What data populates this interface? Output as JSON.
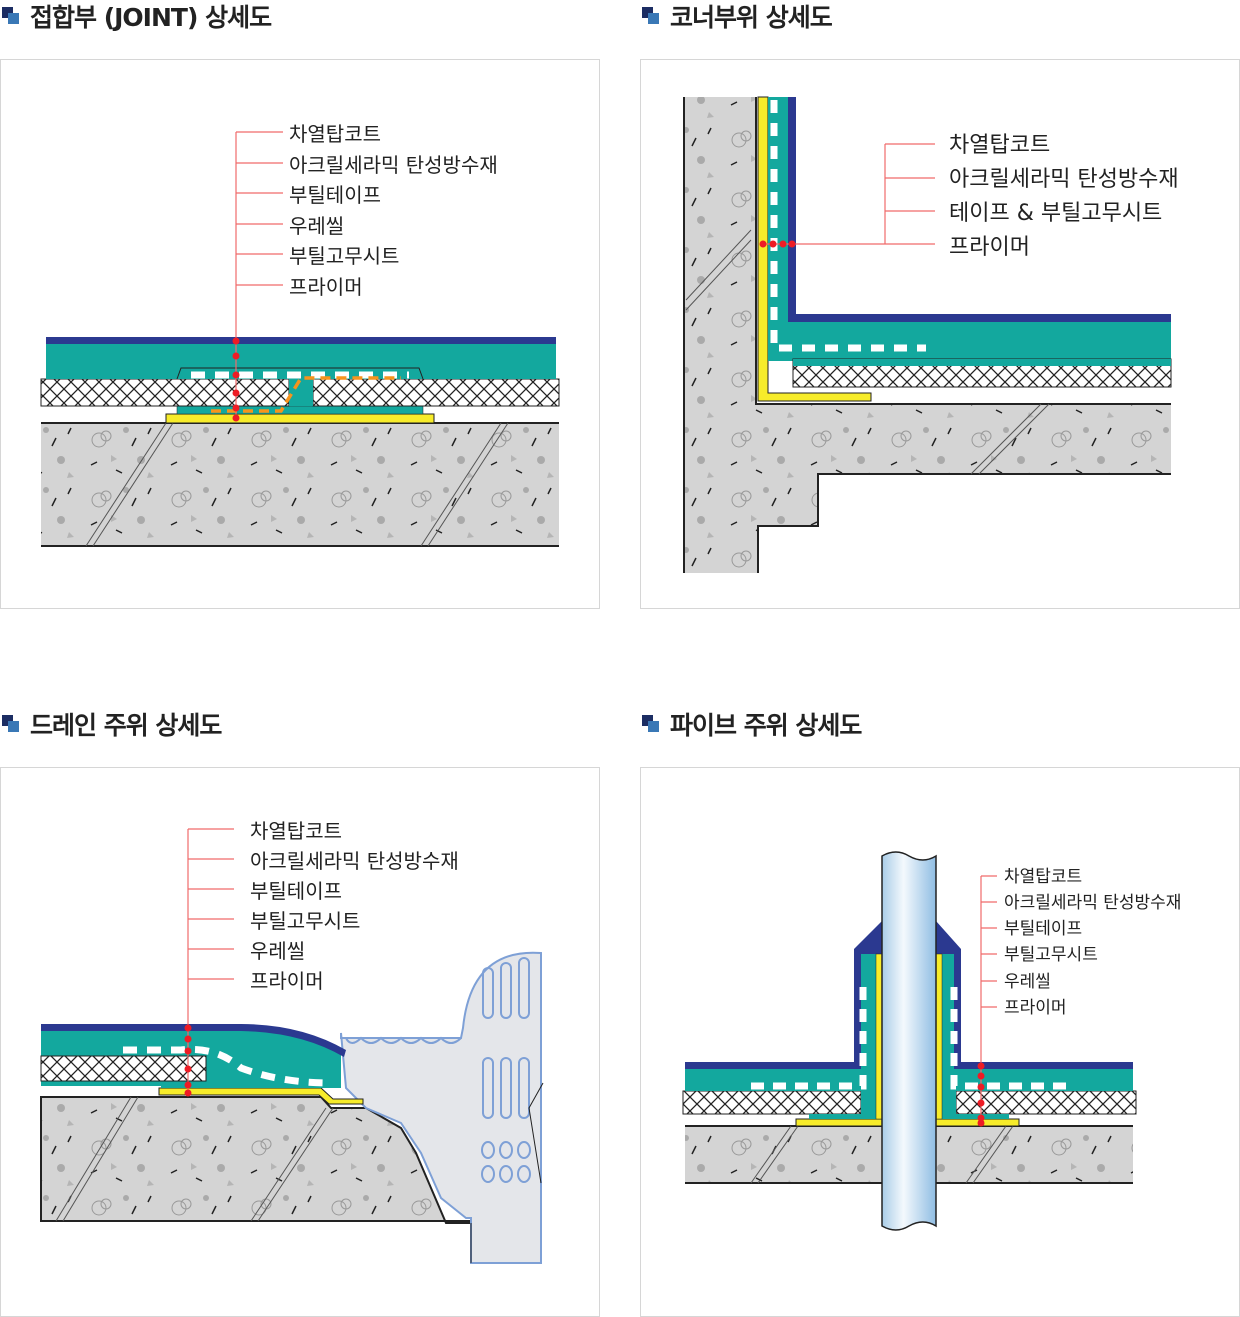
{
  "sections": [
    {
      "title": "접합부 (JOINT) 상세도",
      "labels": [
        "차열탑코트",
        "아크릴세라믹 탄성방수재",
        "부틸테이프",
        "우레씰",
        "부틸고무시트",
        "프라이머"
      ]
    },
    {
      "title": "코너부위 상세도",
      "labels": [
        "차열탑코트",
        "아크릴세라믹 탄성방수재",
        "테이프 & 부틸고무시트",
        "프라이머"
      ]
    },
    {
      "title": "드레인 주위 상세도",
      "labels": [
        "차열탑코트",
        "아크릴세라믹 탄성방수재",
        "부틸테이프",
        "부틸고무시트",
        "우레씰",
        "프라이머"
      ]
    },
    {
      "title": "파이브 주위 상세도",
      "labels": [
        "차열탑코트",
        "아크릴세라믹 탄성방수재",
        "부틸테이프",
        "부틸고무시트",
        "우레씰",
        "프라이머"
      ]
    }
  ],
  "colors": {
    "navy": "#2b3990",
    "teal": "#13a89e",
    "yellow": "#f7ec2a",
    "concrete": "#d4d4d4",
    "leader": "#f06b6b",
    "dot": "#ee1c25",
    "orange": "#f7941d"
  }
}
